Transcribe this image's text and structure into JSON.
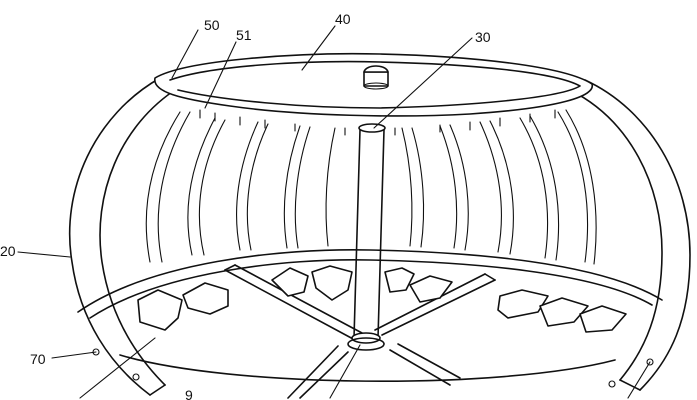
{
  "labels": {
    "l50": "50",
    "l51": "51",
    "l40": "40",
    "l30": "30",
    "l20": "20",
    "l70": "70",
    "l9": "9"
  }
}
